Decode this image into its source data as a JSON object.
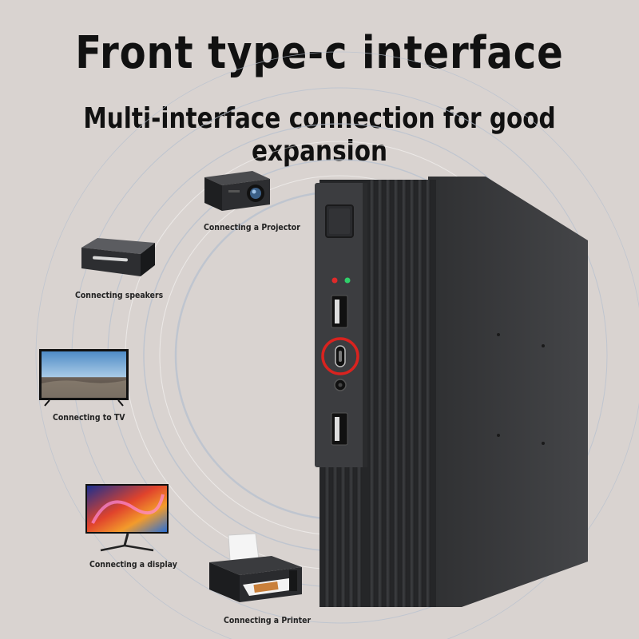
{
  "header": {
    "title": "Front type-c interface",
    "subtitle": "Multi-interface connection for good expansion"
  },
  "devices": [
    {
      "name": "projector",
      "icon": "projector-icon",
      "label": "Connecting a Projector"
    },
    {
      "name": "speakers",
      "icon": "speaker-icon",
      "label": "Connecting speakers"
    },
    {
      "name": "tv",
      "icon": "tv-icon",
      "label": "Connecting to TV"
    },
    {
      "name": "display",
      "icon": "monitor-icon",
      "label": "Connecting a display"
    },
    {
      "name": "printer",
      "icon": "printer-icon",
      "label": "Connecting a Printer"
    }
  ],
  "colors": {
    "background": "#d9d3d0",
    "case": "#3a3b3d",
    "highlight_ring": "#d9231f",
    "led_red": "#e02a2a",
    "led_green": "#2fd06a"
  }
}
